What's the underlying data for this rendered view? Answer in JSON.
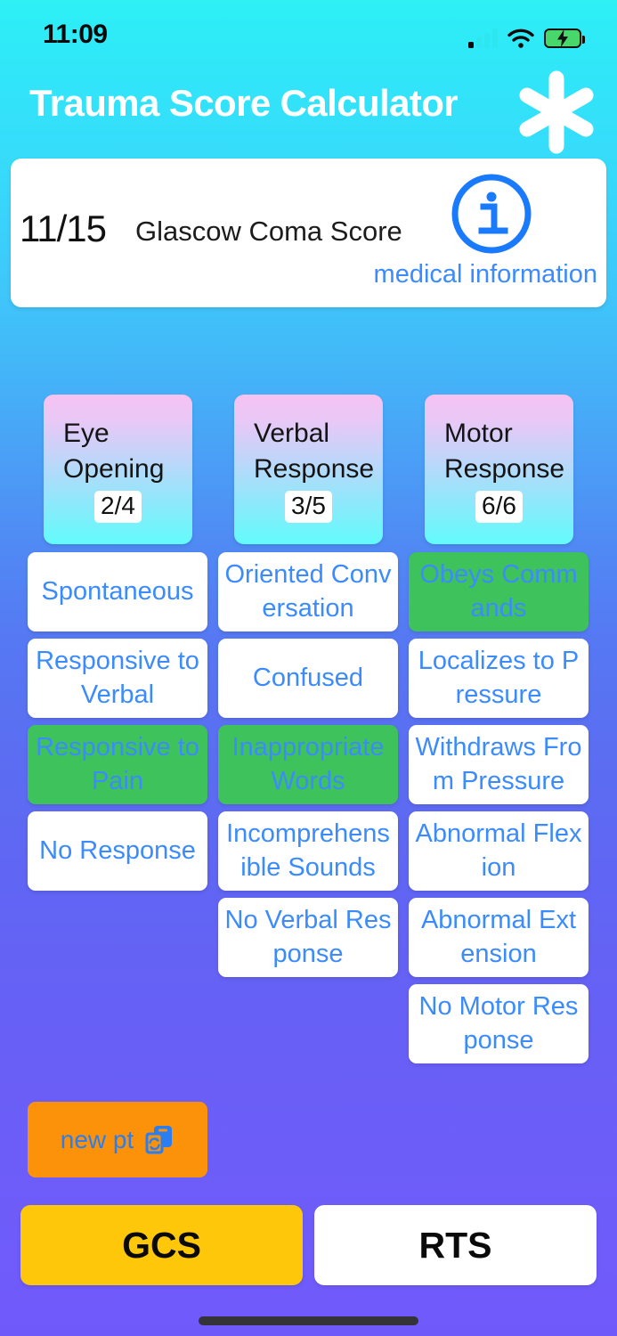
{
  "status_bar": {
    "time": "11:09",
    "signal_icon": "cellular-signal-icon",
    "wifi_icon": "wifi-icon",
    "battery_icon": "battery-charging-icon"
  },
  "header": {
    "title": "Trauma Score Calculator",
    "logo_icon": "asterisk-logo-icon"
  },
  "score_card": {
    "value": "11/15",
    "label": "Glascow Coma Score",
    "info_icon": "info-circle-icon",
    "info_link": "medical information"
  },
  "categories": [
    {
      "name": "Eye\nOpening",
      "name_line1": "Eye",
      "name_line2": "Opening",
      "score": "2/4"
    },
    {
      "name": "Verbal\nResponse",
      "name_line1": "Verbal",
      "name_line2": "Response",
      "score": "3/5"
    },
    {
      "name": "Motor\nResponse",
      "name_line1": "Motor",
      "name_line2": "Response",
      "score": "6/6"
    }
  ],
  "options": {
    "eye": [
      {
        "label": "Spontaneous",
        "selected": false
      },
      {
        "label": "Responsive to Verbal",
        "selected": false
      },
      {
        "label": "Responsive to Pain",
        "selected": true
      },
      {
        "label": "No Response",
        "selected": false
      }
    ],
    "verbal": [
      {
        "label": "Oriented Conversation",
        "selected": false
      },
      {
        "label": "Confused",
        "selected": false
      },
      {
        "label": "Inappropriate Words",
        "selected": true
      },
      {
        "label": "Incomprehensible Sounds",
        "selected": false
      },
      {
        "label": "No Verbal Response",
        "selected": false
      }
    ],
    "motor": [
      {
        "label": "Obeys Commands",
        "selected": true
      },
      {
        "label": "Localizes to Pressure",
        "selected": false
      },
      {
        "label": "Withdraws From Pressure",
        "selected": false
      },
      {
        "label": "Abnormal Flexion",
        "selected": false
      },
      {
        "label": "Abnormal Extension",
        "selected": false
      },
      {
        "label": "No Motor Response",
        "selected": false
      }
    ]
  },
  "new_patient": {
    "label": "new pt",
    "icon": "duplicate-reset-document-icon"
  },
  "bottom_tabs": [
    {
      "label": "GCS",
      "active": true
    },
    {
      "label": "RTS",
      "active": false
    }
  ],
  "colors": {
    "bg_top": "#2ef0f5",
    "bg_bottom": "#7059fb",
    "accent_blue": "#3b8bfd",
    "selected_green": "#3ec25c",
    "new_pt_orange": "#fc9209",
    "active_tab_yellow": "#ffc709",
    "card_white": "#ffffff"
  }
}
